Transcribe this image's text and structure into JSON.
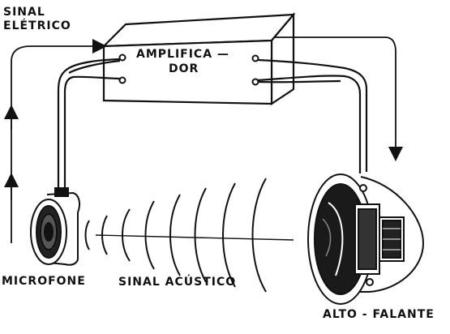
{
  "labels": {
    "signal_electric_line1": "SINAL",
    "signal_electric_line2": "ELÉTRICO",
    "amplifier_line1": "AMPLIFICA —",
    "amplifier_line2": "DOR",
    "microphone": "MICROFONE",
    "acoustic_signal": "SINAL  ACÚSTICO",
    "speaker": "ALTO - FALANTE"
  },
  "colors": {
    "ink": "#111111",
    "paper": "#ffffff"
  }
}
